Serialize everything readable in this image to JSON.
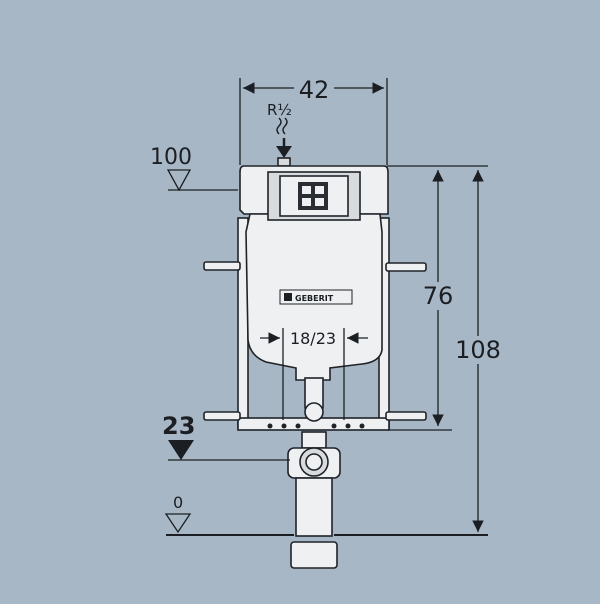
{
  "diagram": {
    "labels": {
      "width": "42",
      "thread": "R½",
      "level_top": "100",
      "height_inner": "76",
      "height_total": "108",
      "spacing": "18/23",
      "level_23": "23",
      "level_0": "0"
    },
    "brand": "GEBERIT",
    "colors": {
      "background": "#a8b7c6",
      "ink": "#1b1f24",
      "part_fill": "#eef0f2",
      "part_dark": "#d8dbde"
    }
  }
}
